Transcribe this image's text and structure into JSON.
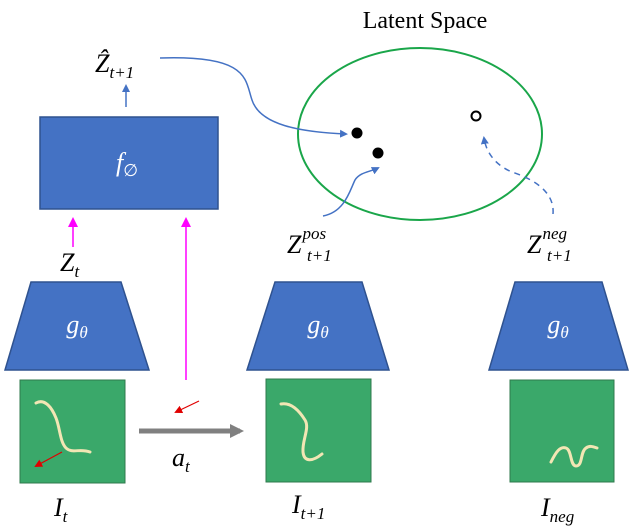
{
  "latent_space": {
    "title": "Latent Space",
    "ellipse_color": "#1aa64a"
  },
  "colors": {
    "box_fill": "#4472c4",
    "box_stroke": "#2f528f",
    "box_text": "#ffffff",
    "magenta": "#ff00ff",
    "blue_arrow": "#4472c4",
    "gray_arrow": "#808080",
    "image_fill": "#3aa86a",
    "image_border": "#2f7a4c",
    "image_curve": "#f2e6b4",
    "red_arrow": "#e00000"
  },
  "predictor": {
    "label_main": "f",
    "label_sub": "∅"
  },
  "encoders": [
    {
      "label_main": "g",
      "label_sub": "θ"
    },
    {
      "label_main": "g",
      "label_sub": "θ"
    },
    {
      "label_main": "g",
      "label_sub": "θ"
    }
  ],
  "labels": {
    "z_hat": {
      "main": "Ẑ",
      "sub": "t+1"
    },
    "z_t": {
      "main": "Z",
      "sub": "t"
    },
    "z_pos": {
      "main": "Z",
      "sup": "pos",
      "sub": "t+1"
    },
    "z_neg": {
      "main": "Z",
      "sup": "neg",
      "sub": "t+1"
    },
    "action": {
      "main": "a",
      "sub": "t"
    },
    "i_t": {
      "main": "I",
      "sub": "t"
    },
    "i_t1": {
      "main": "I",
      "sub": "t+1"
    },
    "i_neg": {
      "main": "I",
      "sub": "neg"
    }
  }
}
